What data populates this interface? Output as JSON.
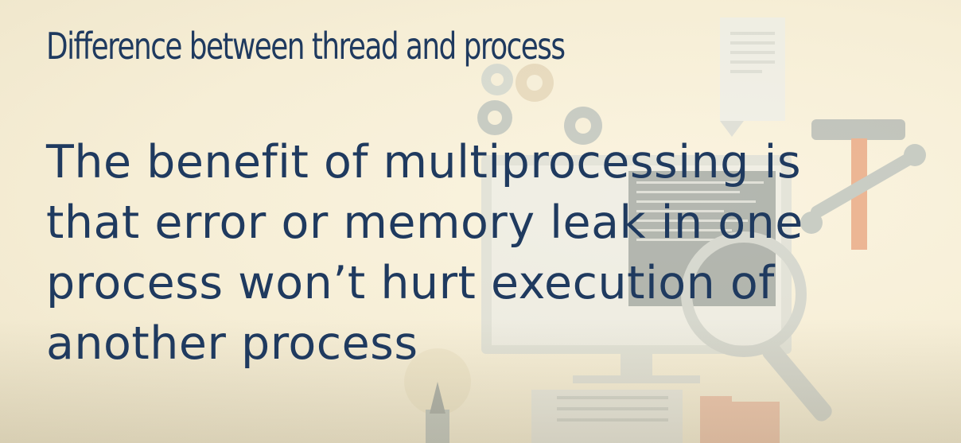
{
  "slide": {
    "title": "Difference between thread and process",
    "body_lines": [
      "The benefit of multiprocessing is",
      "that error or memory leak in one",
      "process won’t hurt execution of",
      "another process"
    ]
  },
  "colors": {
    "background": "#f6efd9",
    "text": "#1f3a5f",
    "illustration_accent": "#e07b4f"
  },
  "illustration": {
    "icons": [
      "gear-icon",
      "document-icon",
      "hammer-icon",
      "wrench-icon",
      "monitor-icon",
      "magnifier-icon",
      "lightbulb-icon",
      "book-icon",
      "folder-icon"
    ]
  }
}
